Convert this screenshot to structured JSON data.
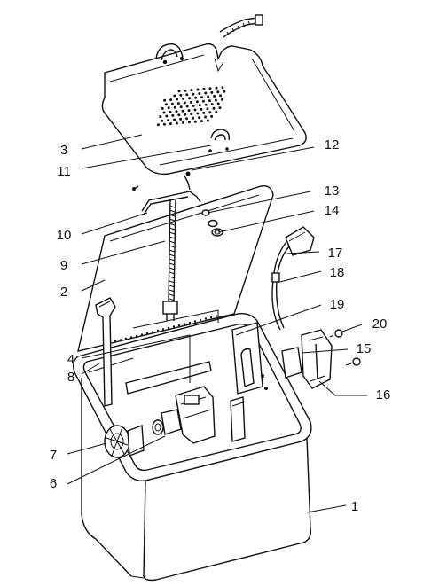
{
  "diagram": {
    "callouts": [
      {
        "id": "1",
        "label": "1"
      },
      {
        "id": "2",
        "label": "2"
      },
      {
        "id": "3",
        "label": "3"
      },
      {
        "id": "4",
        "label": "4"
      },
      {
        "id": "6",
        "label": "6"
      },
      {
        "id": "7",
        "label": "7"
      },
      {
        "id": "8",
        "label": "8"
      },
      {
        "id": "9",
        "label": "9"
      },
      {
        "id": "10",
        "label": "10"
      },
      {
        "id": "11",
        "label": "11"
      },
      {
        "id": "12",
        "label": "12"
      },
      {
        "id": "13",
        "label": "13"
      },
      {
        "id": "14",
        "label": "14"
      },
      {
        "id": "15",
        "label": "15"
      },
      {
        "id": "16",
        "label": "16"
      },
      {
        "id": "17",
        "label": "17"
      },
      {
        "id": "18",
        "label": "18"
      },
      {
        "id": "19",
        "label": "19"
      },
      {
        "id": "20",
        "label": "20"
      }
    ]
  }
}
